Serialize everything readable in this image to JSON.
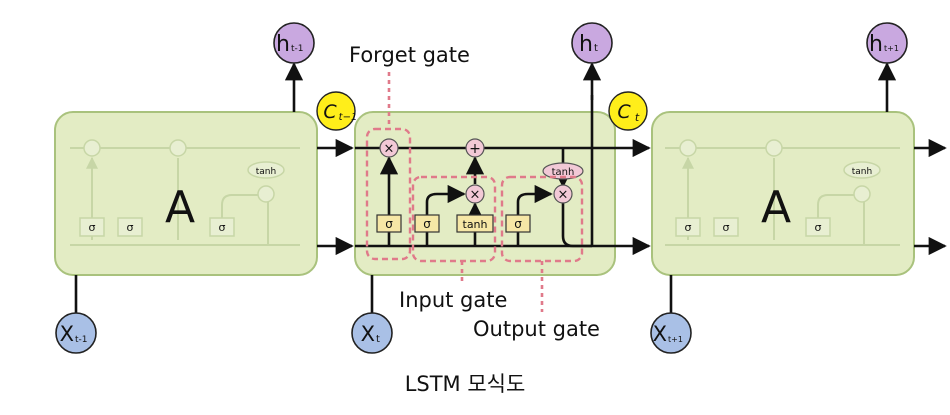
{
  "cells": {
    "left_label": "A",
    "right_label": "A"
  },
  "middle_cell": {
    "layer_labels": [
      "σ",
      "σ",
      "tanh",
      "σ"
    ],
    "ops": {
      "forget": "×",
      "add": "+",
      "input": "×",
      "output": "×"
    },
    "tanh_label": "tanh"
  },
  "ghost_cell": {
    "layer_labels": [
      "σ",
      "σ",
      "σ"
    ],
    "tanh_label": "tanh"
  },
  "outputs": [
    {
      "base": "h",
      "sub": "t-1"
    },
    {
      "base": "h",
      "sub": "t"
    },
    {
      "base": "h",
      "sub": "t+1"
    }
  ],
  "inputs": [
    {
      "base": "X",
      "sub": "t-1"
    },
    {
      "base": "X",
      "sub": "t"
    },
    {
      "base": "X",
      "sub": "t+1"
    }
  ],
  "cell_states": [
    {
      "base": "C",
      "sub": "t−1"
    },
    {
      "base": "C",
      "sub": "t"
    }
  ],
  "gate_labels": {
    "forget": "Forget gate",
    "input": "Input gate",
    "output": "Output gate"
  },
  "caption": "LSTM 모식도",
  "colors": {
    "cell_fill": "#e3ecc4",
    "cell_stroke": "#a9c27d",
    "node_purple": "#c9a8e0",
    "node_blue": "#a9c0e6",
    "cell_state_yellow": "#ffee1a",
    "gate_dash": "#e07a8a",
    "layer_fill": "#f6e7a6",
    "op_fill": "#f2c9d6"
  }
}
